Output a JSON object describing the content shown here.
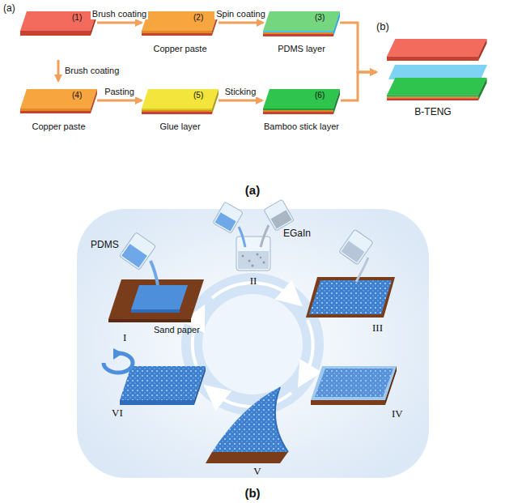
{
  "diagram": {
    "nodes": [
      {
        "text": [
          "(1)"
        ]
      },
      {
        "text": [
          "(2)",
          "Copper paste"
        ]
      },
      {
        "text": [
          "(3)",
          "PDMS layer"
        ]
      },
      {
        "text": [
          "(4)",
          "Copper paste"
        ]
      },
      {
        "text": [
          "(5)",
          "Glue layer"
        ]
      },
      {
        "text": [
          "(6)",
          "Bamboo stick layer"
        ]
      },
      {
        "text": [
          "(b)",
          "B-TENG"
        ]
      }
    ],
    "edges": [
      {
        "from": 0,
        "to": 1,
        "label": "Brush coating",
        "arrow": "to"
      },
      {
        "from": 1,
        "to": 2,
        "label": "Spin coating",
        "arrow": "to"
      },
      {
        "from": 0,
        "to": 3,
        "label": "Brush coating",
        "arrow": "to"
      },
      {
        "from": 3,
        "to": 4,
        "label": "Pasting",
        "arrow": "to"
      },
      {
        "from": 4,
        "to": 5,
        "label": "Sticking",
        "arrow": "to"
      },
      {
        "from": 2,
        "to": 6,
        "arrow": "to"
      },
      {
        "from": 5,
        "to": 6,
        "arrow": "to"
      }
    ],
    "labels": [
      "(a)",
      "(a)",
      "PDMS",
      "EGaIn",
      "Sand paper",
      "I",
      "II",
      "III",
      "IV",
      "V",
      "VI",
      "(b)"
    ]
  }
}
